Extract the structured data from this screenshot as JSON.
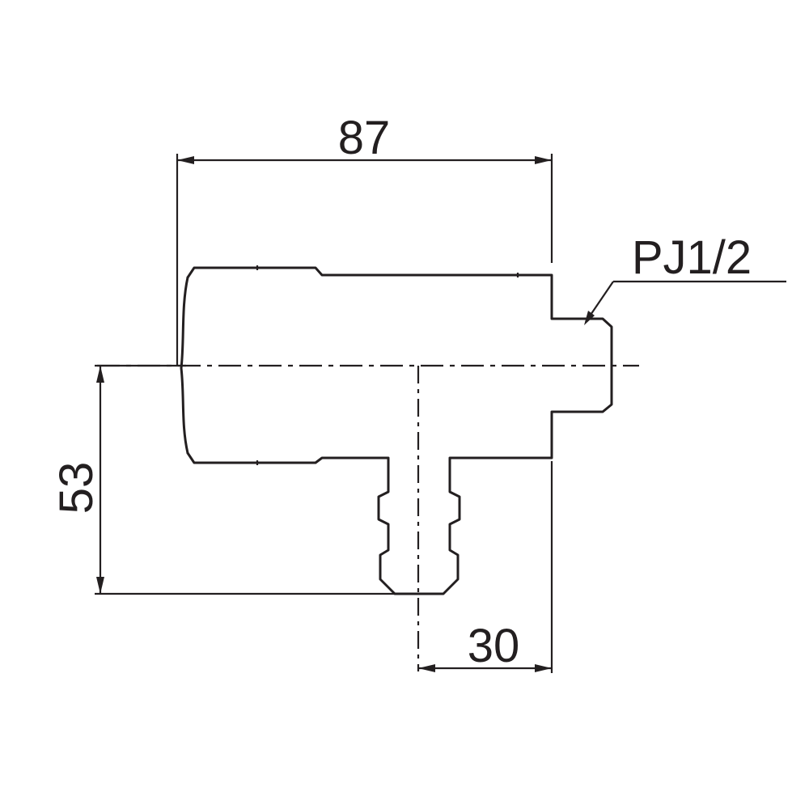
{
  "dimensions": {
    "overall_width": "87",
    "height": "53",
    "outlet_offset": "30"
  },
  "callout": {
    "thread": "PJ1/2"
  }
}
